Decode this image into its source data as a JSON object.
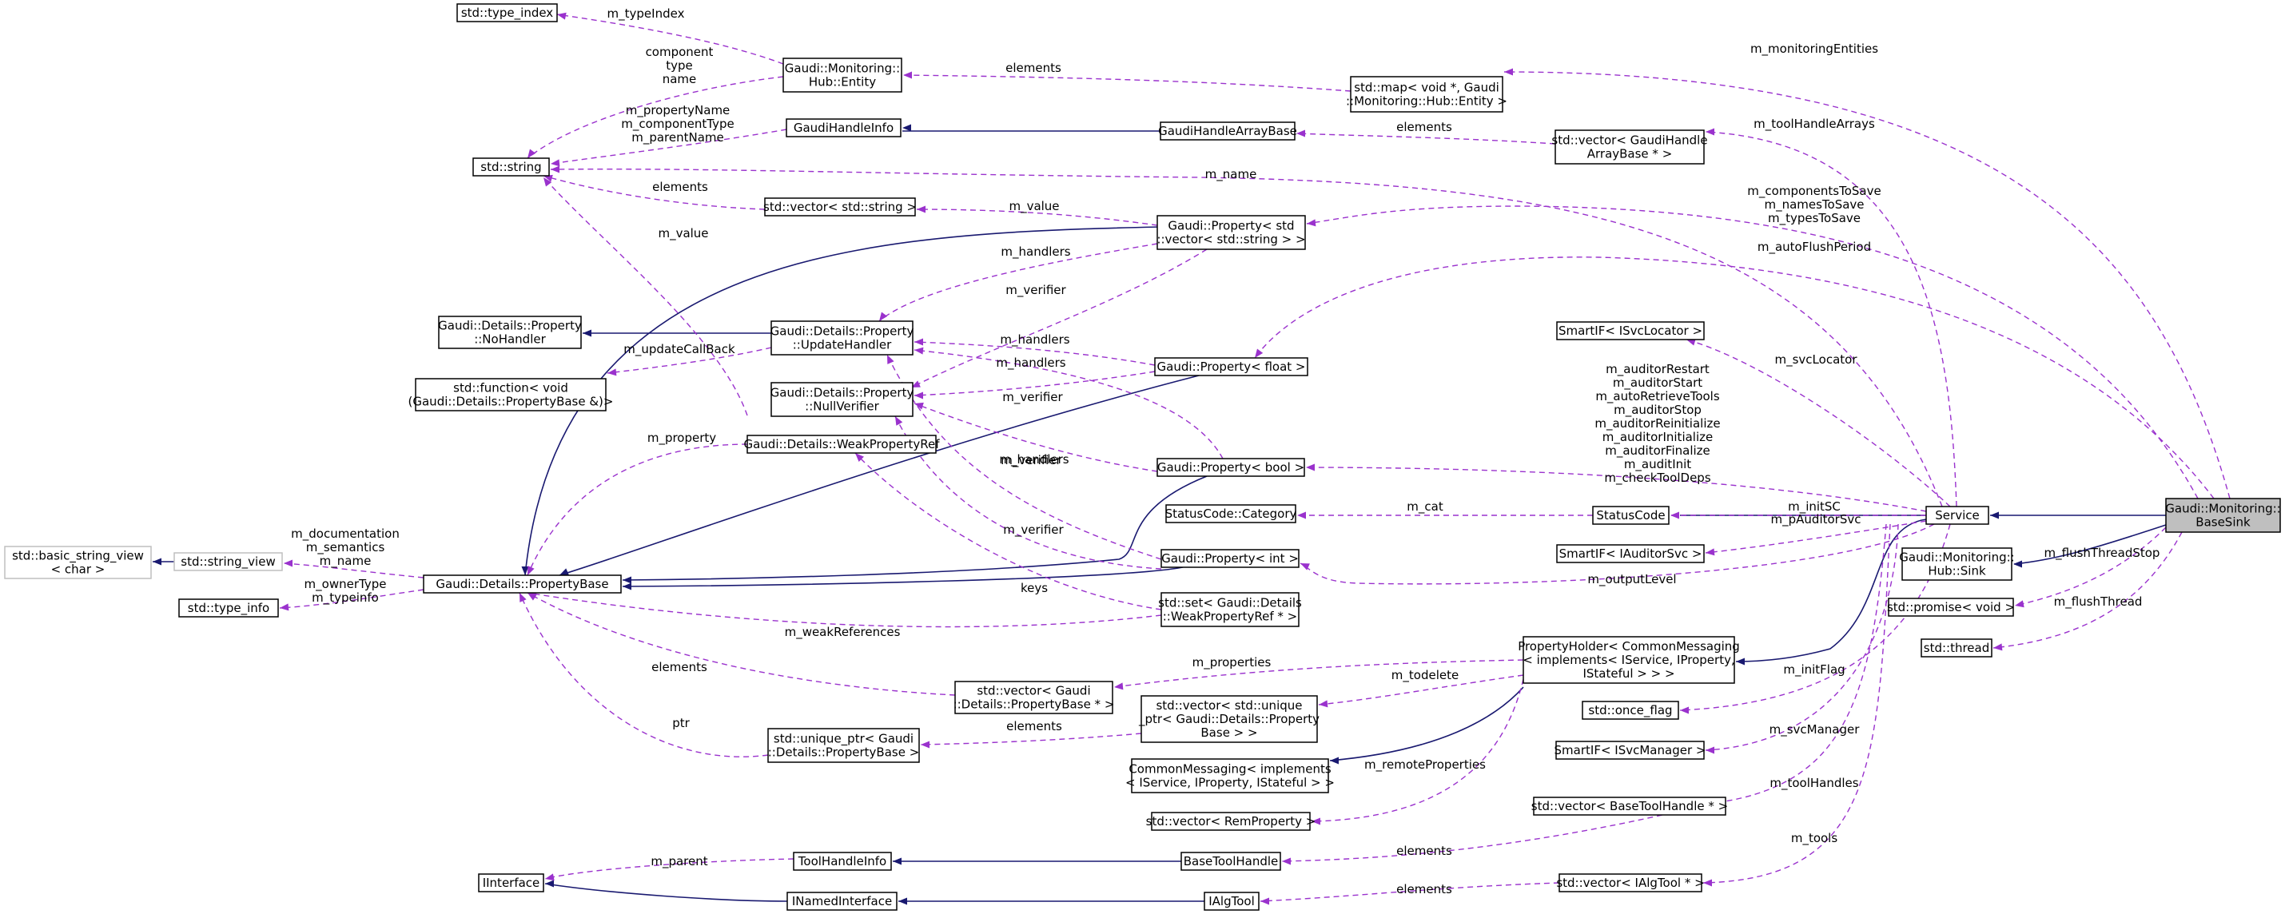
{
  "nodes": {
    "base_sink": [
      "Gaudi::Monitoring::",
      "BaseSink"
    ],
    "service": [
      "Service"
    ],
    "hub_sink": [
      "Gaudi::Monitoring::",
      "Hub::Sink"
    ],
    "promise": [
      "std::promise< void >"
    ],
    "thread": [
      "std::thread"
    ],
    "map": [
      "std::map< void *, Gaudi",
      "::Monitoring::Hub::Entity >"
    ],
    "hub_entity": [
      "Gaudi::Monitoring::",
      "Hub::Entity"
    ],
    "type_index": [
      "std::type_index"
    ],
    "string": [
      "std::string"
    ],
    "handle_info": [
      "GaudiHandleInfo"
    ],
    "handle_array_base": [
      "GaudiHandleArrayBase"
    ],
    "vec_handle_array": [
      "std::vector< GaudiHandle",
      "ArrayBase * >"
    ],
    "vec_string": [
      "std::vector< std::string >"
    ],
    "prop_vec_string": [
      "Gaudi::Property< std",
      "::vector< std::string > >"
    ],
    "no_handler": [
      "Gaudi::Details::Property",
      "::NoHandler"
    ],
    "update_handler": [
      "Gaudi::Details::Property",
      "::UpdateHandler"
    ],
    "std_function": [
      "std::function< void",
      "(Gaudi::Details::PropertyBase &)>"
    ],
    "null_verifier": [
      "Gaudi::Details::Property",
      "::NullVerifier"
    ],
    "prop_float": [
      "Gaudi::Property< float >"
    ],
    "weak_ref": [
      "Gaudi::Details::WeakPropertyRef"
    ],
    "prop_bool": [
      "Gaudi::Property< bool >"
    ],
    "smartif_locator": [
      "SmartIF< ISvcLocator >"
    ],
    "status_category": [
      "StatusCode::Category"
    ],
    "status_code": [
      "StatusCode"
    ],
    "smartif_auditor": [
      "SmartIF< IAuditorSvc >"
    ],
    "prop_int": [
      "Gaudi::Property< int >"
    ],
    "basic_string_view": [
      "std::basic_string_view",
      "< char >"
    ],
    "string_view": [
      "std::string_view"
    ],
    "property_base": [
      "Gaudi::Details::PropertyBase"
    ],
    "type_info": [
      "std::type_info"
    ],
    "set_weak": [
      "std::set< Gaudi::Details",
      "::WeakPropertyRef * >"
    ],
    "property_holder": [
      "PropertyHolder< CommonMessaging",
      "< implements< IService, IProperty,",
      "IStateful > > >"
    ],
    "vec_prop_base": [
      "std::vector< Gaudi",
      "::Details::PropertyBase * >"
    ],
    "vec_unique": [
      "std::vector< std::unique",
      "_ptr< Gaudi::Details::Property",
      "Base > >"
    ],
    "once_flag": [
      "std::once_flag"
    ],
    "unique_ptr": [
      "std::unique_ptr< Gaudi",
      "::Details::PropertyBase >"
    ],
    "smartif_manager": [
      "SmartIF< ISvcManager >"
    ],
    "common_messaging": [
      "CommonMessaging< implements",
      "< IService, IProperty, IStateful > >"
    ],
    "vec_rem": [
      "std::vector< RemProperty >"
    ],
    "vec_tool_handle": [
      "std::vector< BaseToolHandle * >"
    ],
    "tool_handle_info": [
      "ToolHandleInfo"
    ],
    "base_tool_handle": [
      "BaseToolHandle"
    ],
    "iinterface": [
      "IInterface"
    ],
    "inamed": [
      "INamedInterface"
    ],
    "ialgtool": [
      "IAlgTool"
    ],
    "vec_ialgtool": [
      "std::vector< IAlgTool * >"
    ]
  },
  "edges": {
    "m_monitoringEntities": [
      "m_monitoringEntities"
    ],
    "elements_map": [
      "elements"
    ],
    "m_typeIndex": [
      "m_typeIndex"
    ],
    "entity_strings": [
      "component",
      "type",
      "name"
    ],
    "handle_names": [
      "m_propertyName",
      "m_componentType",
      "m_parentName"
    ],
    "elements_handle_array": [
      "elements"
    ],
    "m_toolHandleArrays": [
      "m_toolHandleArrays"
    ],
    "m_name": [
      "m_name"
    ],
    "elements_vec_string": [
      "elements"
    ],
    "m_value_vec": [
      "m_value"
    ],
    "to_save": [
      "m_componentsToSave",
      "m_namesToSave",
      "m_typesToSave"
    ],
    "m_value_weak": [
      "m_value"
    ],
    "m_handlers_1": [
      "m_handlers"
    ],
    "m_autoFlushPeriod": [
      "m_autoFlushPeriod"
    ],
    "m_verifier_1": [
      "m_verifier"
    ],
    "m_updateCallBack": [
      "m_updateCallBack"
    ],
    "m_handlers_2": [
      "m_handlers"
    ],
    "m_handlers_3": [
      "m_handlers"
    ],
    "m_svcLocator": [
      "m_svcLocator"
    ],
    "m_verifier_2": [
      "m_verifier"
    ],
    "auditor_flags": [
      "m_auditorRestart",
      "m_auditorStart",
      "m_autoRetrieveTools",
      "m_auditorStop",
      "m_auditorReinitialize",
      "m_auditorInitialize",
      "m_auditorFinalize",
      "m_auditInit",
      "m_checkToolDeps"
    ],
    "m_property": [
      "m_property"
    ],
    "m_verifier_3": [
      "m_verifier"
    ],
    "m_handlers_4": [
      "m_handlers"
    ],
    "m_cat": [
      "m_cat"
    ],
    "m_initSC": [
      "m_initSC"
    ],
    "m_pAuditorSvc": [
      "m_pAuditorSvc"
    ],
    "m_verifier_4": [
      "m_verifier"
    ],
    "string_view_names": [
      "m_documentation",
      "m_semantics",
      "m_name"
    ],
    "m_flushThreadStop": [
      "m_flushThreadStop"
    ],
    "type_info_names": [
      "m_ownerType",
      "m_typeinfo"
    ],
    "keys": [
      "keys"
    ],
    "m_outputLevel": [
      "m_outputLevel"
    ],
    "m_flushThread": [
      "m_flushThread"
    ],
    "m_weakReferences": [
      "m_weakReferences"
    ],
    "m_properties": [
      "m_properties"
    ],
    "elements_vec_prop": [
      "elements"
    ],
    "m_todelete": [
      "m_todelete"
    ],
    "m_initFlag": [
      "m_initFlag"
    ],
    "elements_unique": [
      "elements"
    ],
    "ptr": [
      "ptr"
    ],
    "m_svcManager": [
      "m_svcManager"
    ],
    "m_remoteProperties": [
      "m_remoteProperties"
    ],
    "m_toolHandles": [
      "m_toolHandles"
    ],
    "elements_tool": [
      "elements"
    ],
    "m_tools": [
      "m_tools"
    ],
    "m_parent": [
      "m_parent"
    ],
    "elements_algtool": [
      "elements"
    ]
  }
}
